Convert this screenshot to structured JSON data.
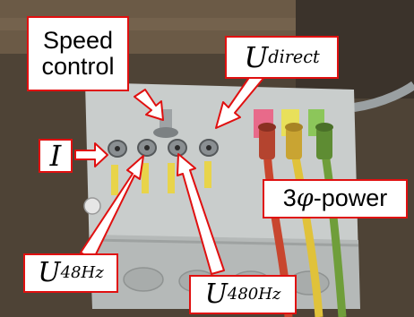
{
  "labels": {
    "speed_control": {
      "line1": "Speed",
      "line2": "control"
    },
    "u_direct": {
      "base": "U",
      "sub": "direct"
    },
    "current": "I",
    "power": {
      "prefix": "3",
      "symbol": "φ",
      "suffix": "-power"
    },
    "u_48hz": {
      "base": "U",
      "sub": "48Hz"
    },
    "u_480hz": {
      "base": "U",
      "sub": "480Hz"
    }
  },
  "colors": {
    "label_border": "#e01010",
    "arrow_fill": "#ffffff",
    "arrow_stroke": "#e01010",
    "enclosure": "#c9cdcc",
    "cable_red": "#c8462e",
    "cable_yellow": "#e0c23a",
    "cable_green": "#6f9e3a"
  }
}
